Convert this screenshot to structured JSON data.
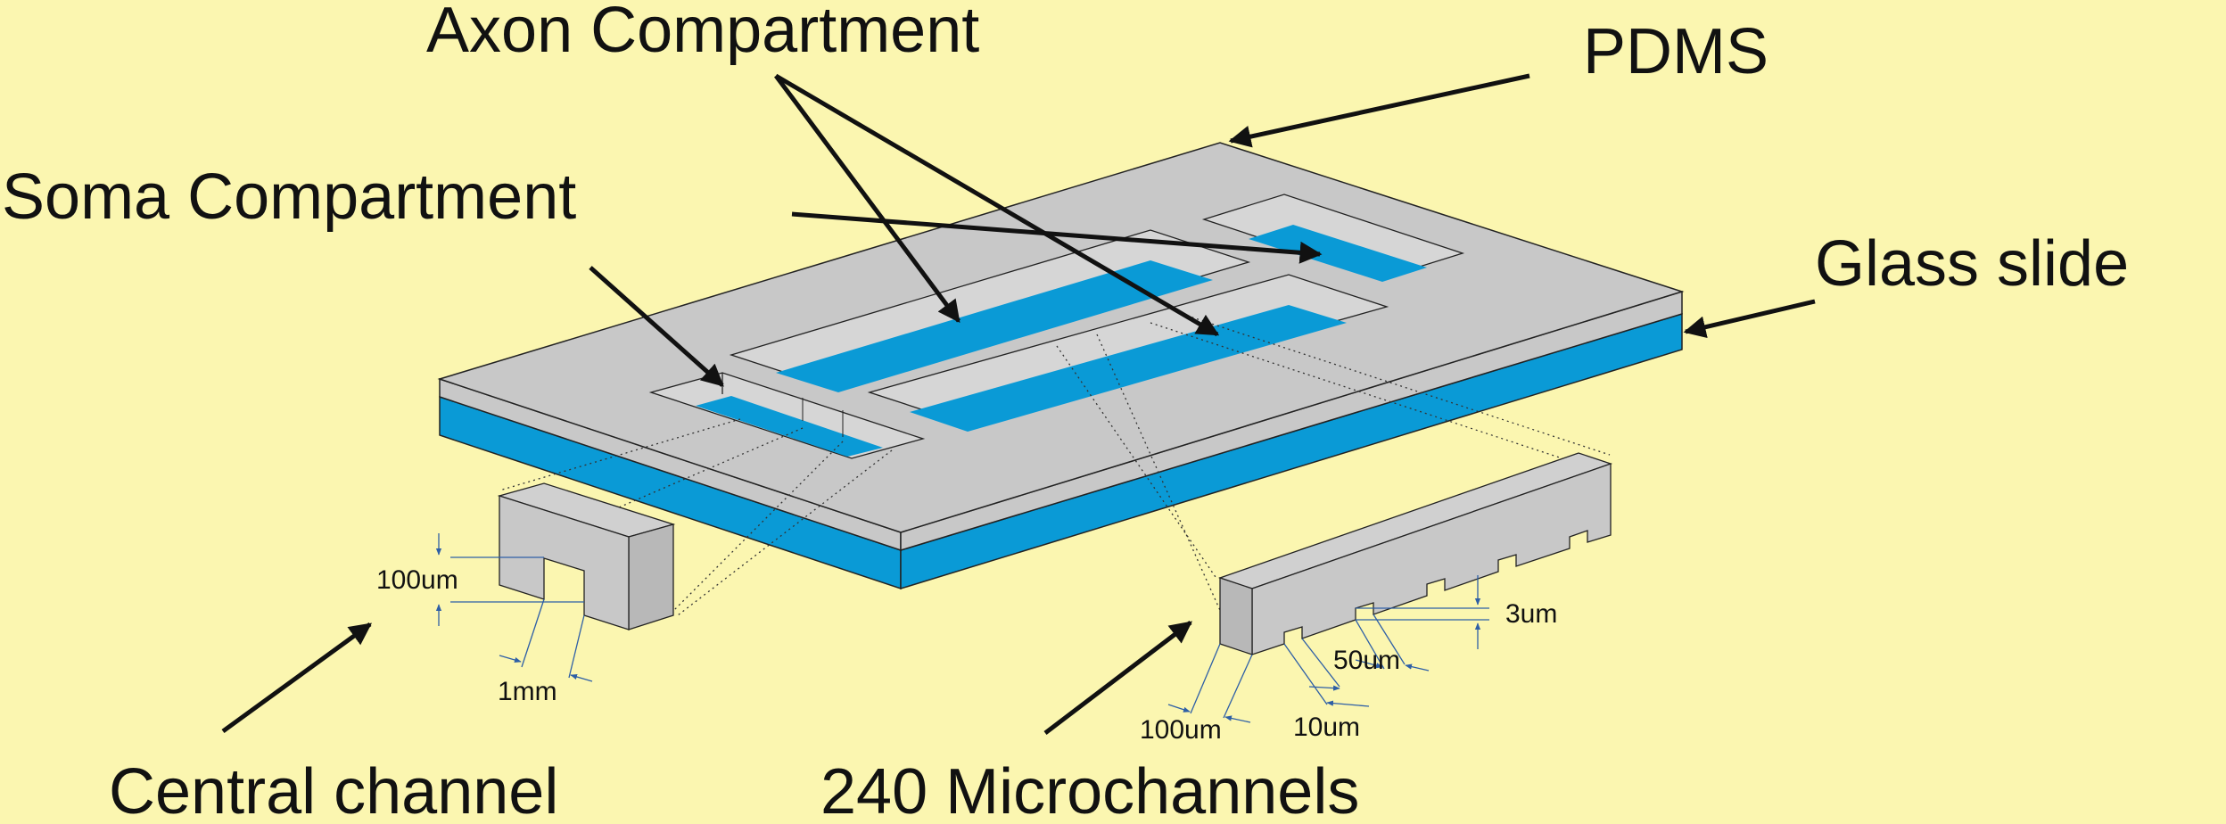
{
  "labels": {
    "axon_compartment": "Axon Compartment",
    "pdms": "PDMS",
    "soma_compartment": "Soma Compartment",
    "glass_slide": "Glass slide",
    "central_channel": "Central channel",
    "microchannels": "240 Microchannels"
  },
  "dimensions": {
    "central_height": "100um",
    "central_width": "1mm",
    "micro_height": "3um",
    "micro_spacing": "50um",
    "micro_length": "100um",
    "micro_width": "10um"
  },
  "colors": {
    "background": "#fbf6b0",
    "pdms": "#c8c8c8",
    "glass": "#0a9ad6",
    "dimension": "#2e5fa6"
  }
}
